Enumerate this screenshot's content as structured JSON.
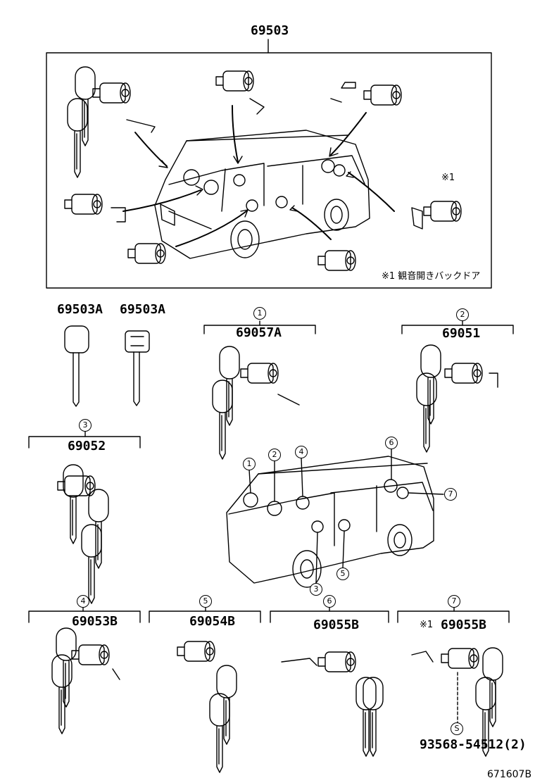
{
  "main_assembly": {
    "part_number": "69503",
    "note_label": "※1",
    "note_text": "※1 観音開きバックドア"
  },
  "keys": [
    {
      "part_number": "69503A"
    },
    {
      "part_number": "69503A"
    }
  ],
  "callouts": [
    {
      "ref": "1",
      "part_number": "69057A",
      "prefix": ""
    },
    {
      "ref": "2",
      "part_number": "69051",
      "prefix": ""
    },
    {
      "ref": "3",
      "part_number": "69052",
      "prefix": ""
    },
    {
      "ref": "4",
      "part_number": "69053B",
      "prefix": ""
    },
    {
      "ref": "5",
      "part_number": "69054B",
      "prefix": ""
    },
    {
      "ref": "6",
      "part_number": "69055B",
      "prefix": ""
    },
    {
      "ref": "7",
      "part_number": "69055B",
      "prefix": "※1"
    }
  ],
  "van_labels": [
    "1",
    "2",
    "4",
    "6",
    "7",
    "3",
    "5"
  ],
  "screw": {
    "symbol": "S",
    "part_number": "93568-54512(2)"
  },
  "drawing_code": "671607B"
}
